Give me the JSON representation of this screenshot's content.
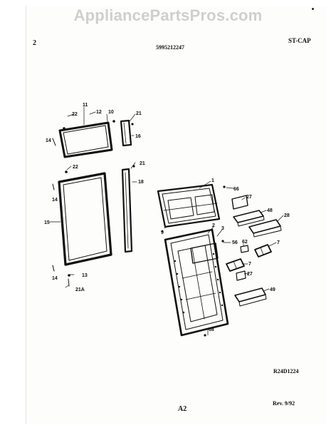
{
  "watermark": "AppliancePartsPros.com",
  "header": {
    "page_number": "2",
    "model_number": "5995212247",
    "section_code": "ST-CAP"
  },
  "footer": {
    "reference_code": "R24D1224",
    "figure": "A2",
    "revision": "Rev. 9/92"
  },
  "callouts": [
    "11",
    "12",
    "10",
    "22",
    "21",
    "14",
    "16",
    "22",
    "21",
    "18",
    "14",
    "15",
    "14",
    "13",
    "21A",
    "1",
    "66",
    "27",
    "48",
    "9",
    "28",
    "2",
    "3",
    "62",
    "56",
    "7",
    "7",
    "27",
    "49",
    "68"
  ],
  "colors": {
    "line": "#111111",
    "paper": "#fdfdfb",
    "watermark": "#cfcfcf"
  }
}
